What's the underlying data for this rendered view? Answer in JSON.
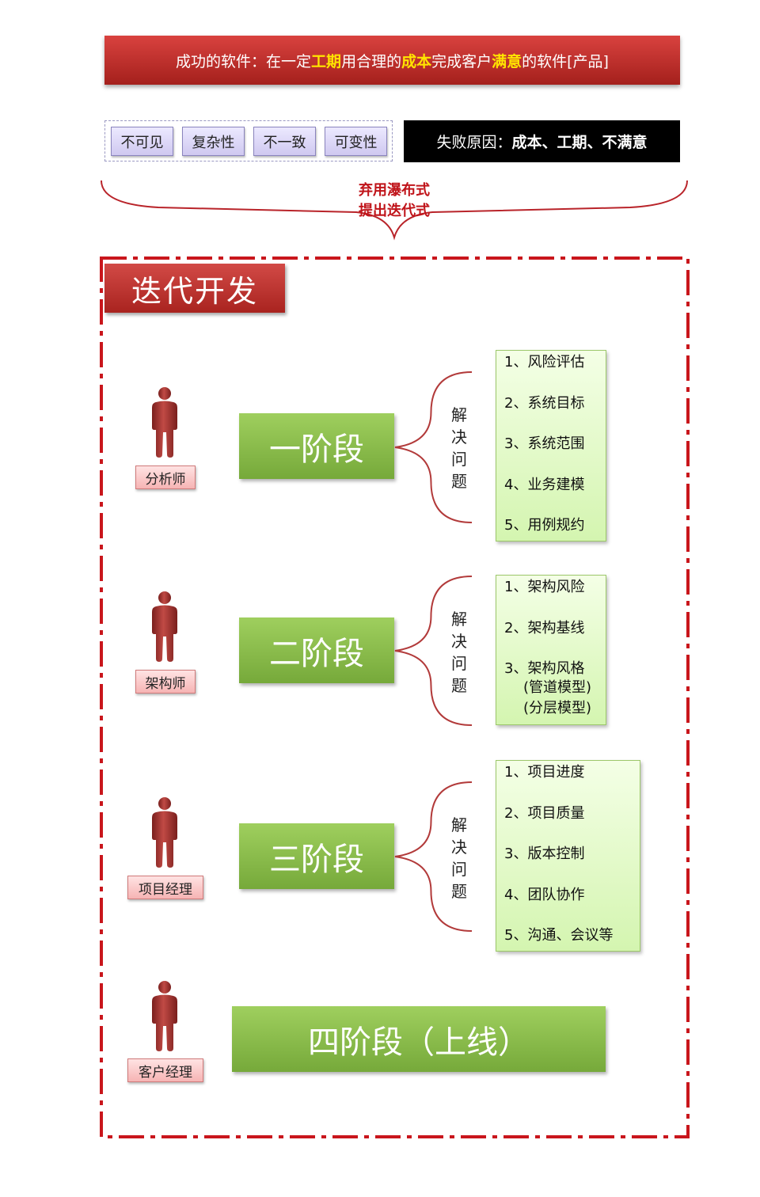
{
  "banner": {
    "prefix": "成功的软件：在一定",
    "hl1": "工期",
    "mid1": "用合理的",
    "hl2": "成本",
    "mid2": "完成客户",
    "hl3": "满意",
    "suffix": "的软件[产品]"
  },
  "traits": [
    "不可见",
    "复杂性",
    "不一致",
    "可变性"
  ],
  "failure": {
    "label": "失败原因：",
    "reasons": "成本、工期、不满意"
  },
  "transition": {
    "line1": "弃用瀑布式",
    "line2": "提出迭代式"
  },
  "section_title": "迭代开发",
  "solve_label": [
    "解",
    "决",
    "问",
    "题"
  ],
  "stages": [
    {
      "role": "分析师",
      "name": "一阶段",
      "items": [
        "1、风险评估",
        "2、系统目标",
        "3、系统范围",
        "4、业务建模",
        "5、用例规约"
      ]
    },
    {
      "role": "架构师",
      "name": "二阶段",
      "items": [
        "1、架构风险",
        "2、架构基线",
        "3、架构风格"
      ],
      "sub_items": [
        "(管道模型)",
        "(分层模型)"
      ]
    },
    {
      "role": "项目经理",
      "name": "三阶段",
      "items": [
        "1、项目进度",
        "2、项目质量",
        "3、版本控制",
        "4、团队协作",
        "5、沟通、会议等"
      ]
    },
    {
      "role": "客户经理",
      "name": "四阶段（上线）"
    }
  ],
  "colors": {
    "accent_red": "#c0141a",
    "stage_green": "#8cbf4c",
    "highlight_yellow": "#ffe400",
    "trait_purple": "#dcd6f7"
  }
}
